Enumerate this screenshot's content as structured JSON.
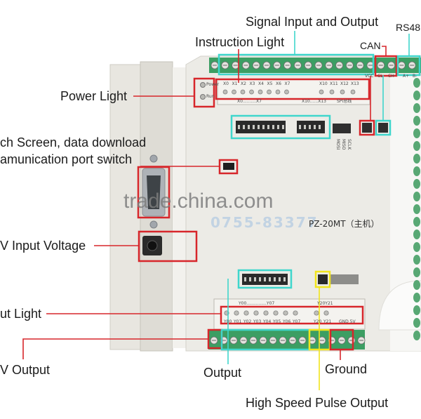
{
  "labels": {
    "signal_io": "Signal Input and Output",
    "rs485": "RS48",
    "instruction_light": "Instruction Light",
    "can": "CAN",
    "power_light": "Power Light",
    "touch_screen_line1": "ch Screen, data download",
    "touch_screen_line2": "amunication port switch",
    "input_voltage": "V Input Voltage",
    "output_light": "ut Light",
    "v_output": "V Output",
    "output": "Output",
    "ground": "Ground",
    "high_speed": "High Speed Pulse Output"
  },
  "board": {
    "model": "PZ-20MT（主机）",
    "top_terminals": [
      "VCC",
      "CL",
      "CH",
      "A+",
      "B-"
    ],
    "status_leds": [
      "Power",
      "Run"
    ],
    "input_leds": [
      "X0",
      "X1",
      "X2",
      "X3",
      "X4",
      "X5",
      "X6",
      "X7",
      "X10",
      "X11",
      "X12",
      "X13"
    ],
    "input_groups": [
      "X0..........X7",
      "X10......X13",
      "SPI总线"
    ],
    "spi_pins": [
      "MOSI",
      "MISO",
      "SCLK"
    ],
    "output_group": "Y00...............Y07",
    "high_speed_group": "Y20Y21",
    "output_leds": [
      "Y00",
      "Y01",
      "Y02",
      "Y03",
      "Y04",
      "Y05",
      "Y06",
      "Y07",
      "Y20",
      "Y21"
    ],
    "power_pins": "GND  5V"
  },
  "watermark": {
    "site": "trade.china.com",
    "phone": "0755-83377"
  },
  "colors": {
    "highlight_red": "#d7262b",
    "highlight_cyan": "#3fd6cc",
    "highlight_yellow": "#f2e51c",
    "terminal_green": "#3c9e63"
  }
}
